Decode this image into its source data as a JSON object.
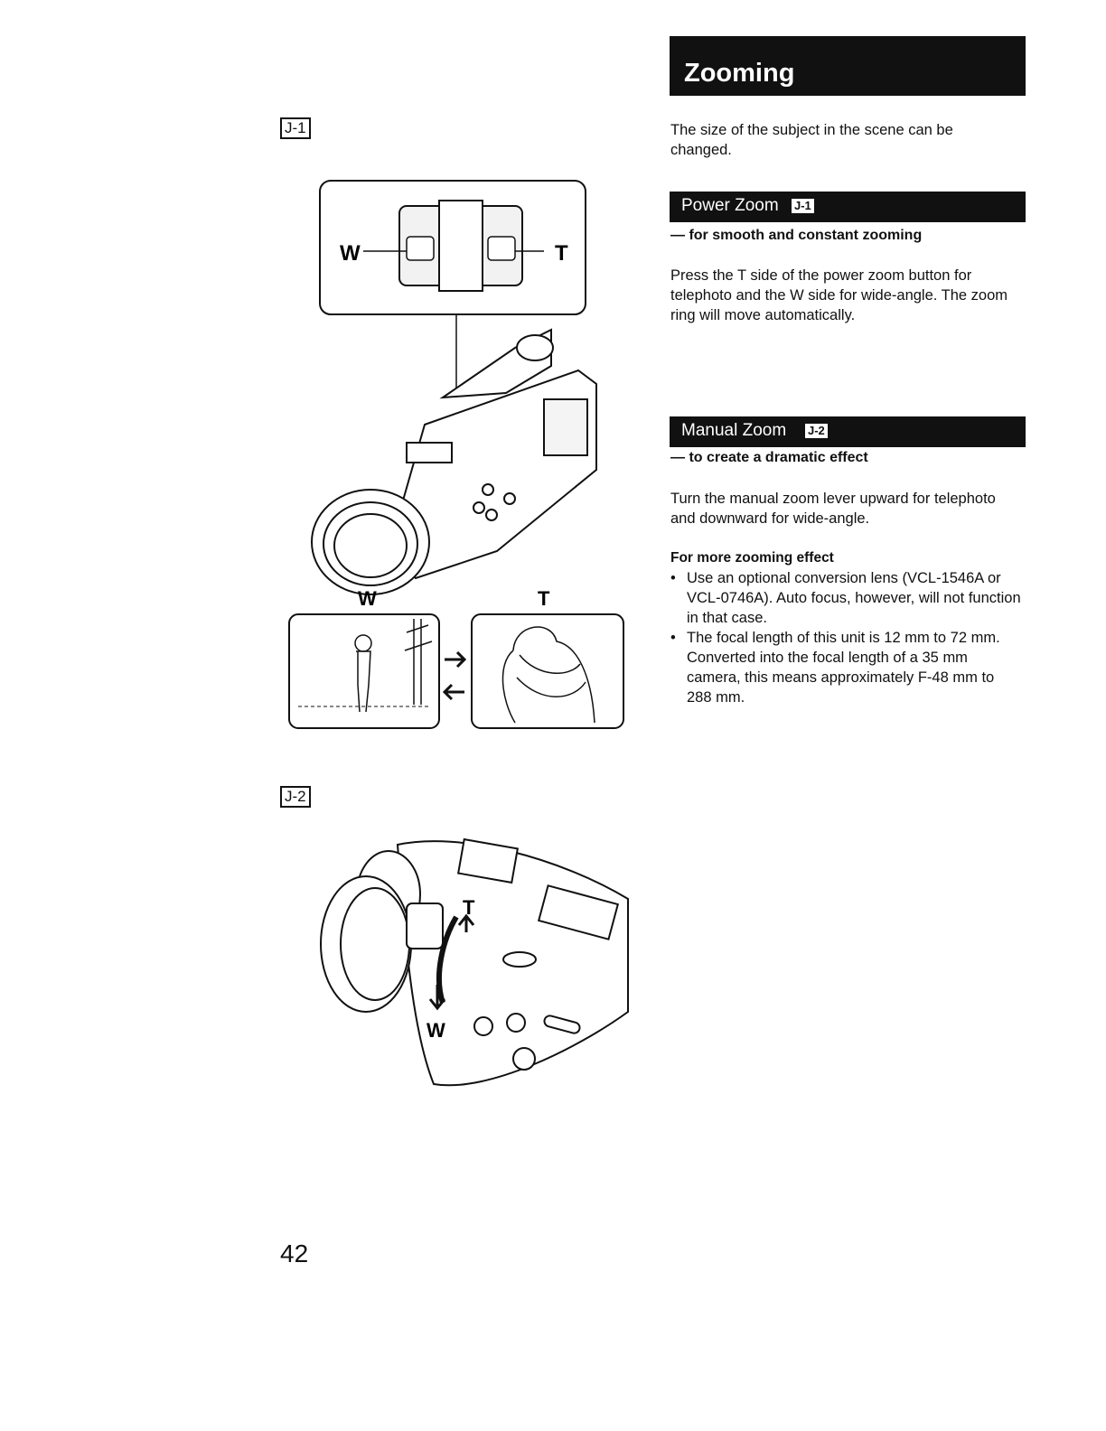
{
  "figure_labels": {
    "j1": "J-1",
    "j2": "J-2"
  },
  "title": "Zooming",
  "intro": "The size of the subject in the scene can be changed.",
  "power_zoom": {
    "heading": "Power Zoom",
    "tag": "J-1",
    "subheading": "— for smooth and constant zooming",
    "body": "Press the T side of the power zoom button for telephoto and the W side for wide-angle. The zoom ring will move automatically."
  },
  "manual_zoom": {
    "heading": "Manual Zoom",
    "tag": "J-2",
    "subheading": "— to create a dramatic effect",
    "body": "Turn the manual zoom lever upward for telephoto and downward for wide-angle."
  },
  "more_effect": {
    "heading": "For more zooming effect",
    "items": [
      "Use an optional conversion lens (VCL-1546A or VCL-0746A). Auto focus, however, will not function in that case.",
      "The focal length of this unit is 12 mm to 72 mm. Converted into the focal length of a 35 mm camera, this means approximately F-48 mm to 288 mm."
    ]
  },
  "illustration_labels": {
    "button_w": "W",
    "button_t": "T",
    "scene_w": "W",
    "scene_t": "T",
    "lever_t": "T",
    "lever_w": "W"
  },
  "page_number": "42"
}
